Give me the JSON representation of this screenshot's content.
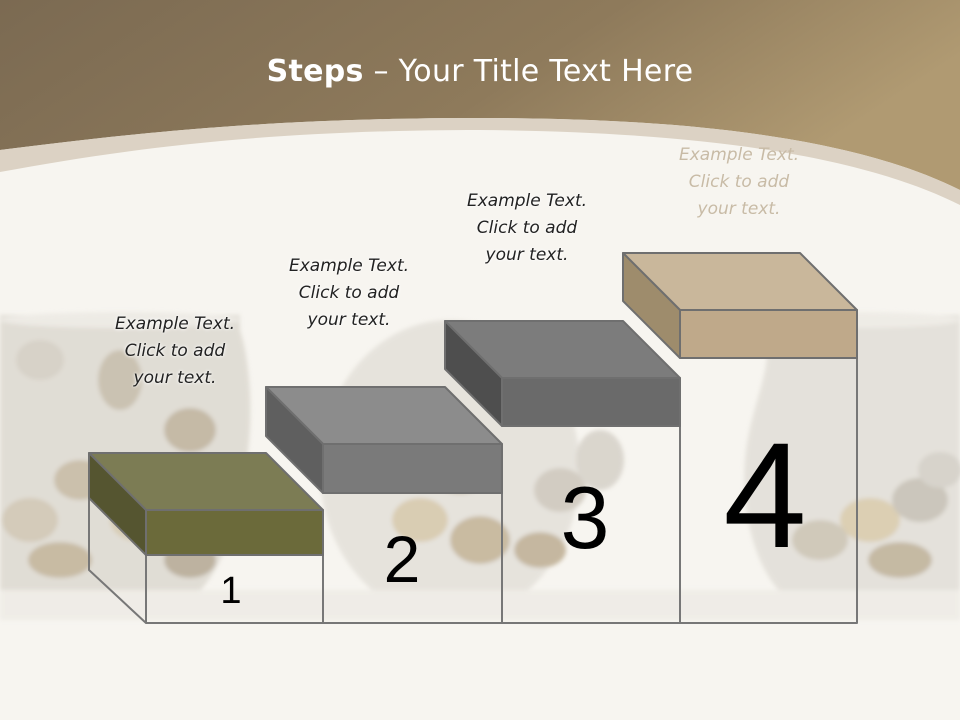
{
  "slide": {
    "title_bold": "Steps",
    "title_rest": " – Your Title Text Here",
    "colors": {
      "header_brown": "#8c7656",
      "step1_top": "#7c7c54",
      "step1_front": "#6b6a3a",
      "step2_top": "#8c8c8c",
      "step2_front": "#7a7a7a",
      "step3_top": "#7c7c7c",
      "step3_front": "#6a6a6a",
      "step4_top": "#c9b79b",
      "step4_front": "#bfa98a"
    },
    "steps": [
      {
        "number": "1",
        "caption": [
          "Example Text.",
          "Click  to add",
          "your text."
        ]
      },
      {
        "number": "2",
        "caption": [
          "Example Text.",
          "Click  to add",
          "your text."
        ]
      },
      {
        "number": "3",
        "caption": [
          "Example Text.",
          "Click  to add",
          "your text."
        ]
      },
      {
        "number": "4",
        "caption": [
          "Example Text.",
          "Click  to add",
          "your text."
        ]
      }
    ]
  }
}
